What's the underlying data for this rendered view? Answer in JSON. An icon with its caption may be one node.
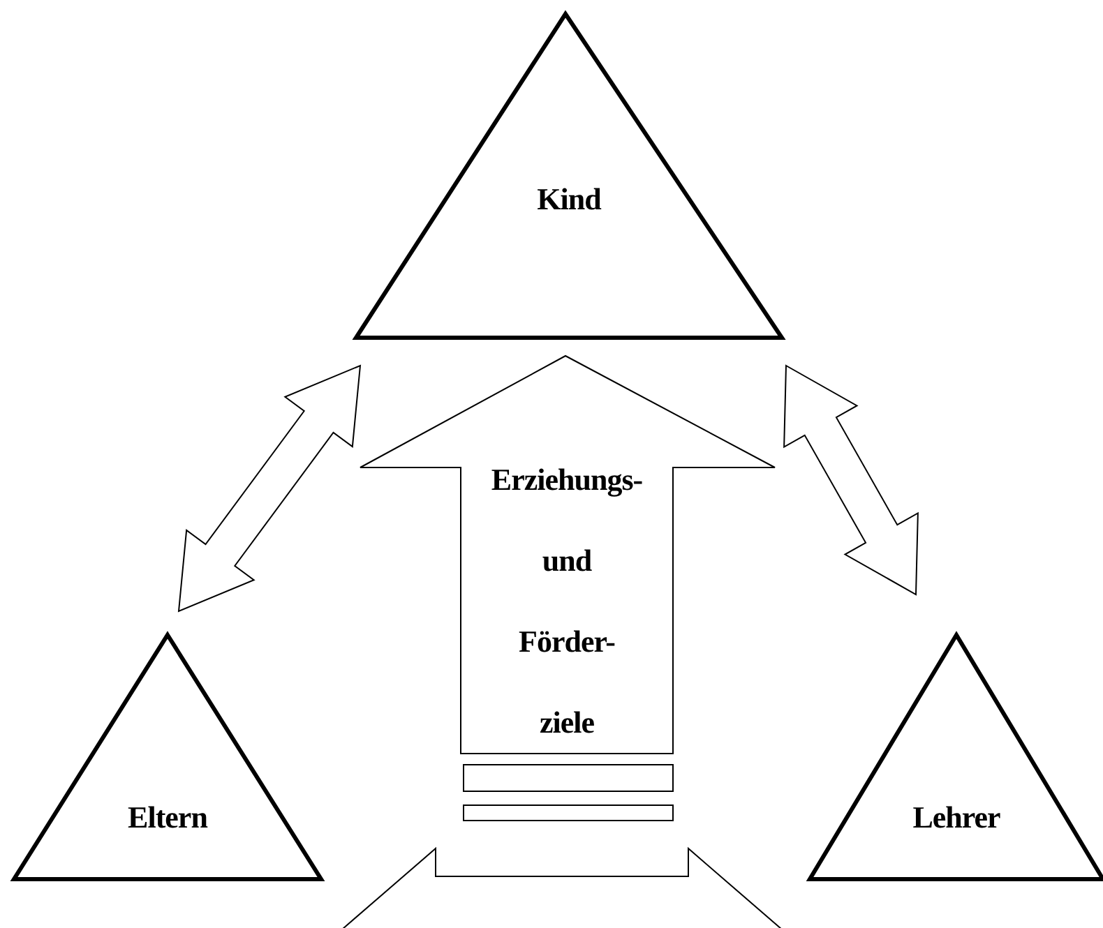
{
  "diagram": {
    "nodes": [
      {
        "text": [
          "Kind"
        ]
      },
      {
        "text": [
          "Eltern"
        ]
      },
      {
        "text": [
          "Lehrer"
        ]
      },
      {
        "text": [
          "Erziehungs- und Förder- ziele"
        ]
      },
      {
        "text": [],
        "shape": "bar"
      },
      {
        "text": [],
        "shape": "bar"
      }
    ],
    "edges": [
      {
        "from": 0,
        "to": 1,
        "arrow": "both"
      },
      {
        "from": 0,
        "to": 2,
        "arrow": "both"
      },
      {
        "from": 1,
        "to": 2,
        "arrow": "both"
      }
    ]
  }
}
